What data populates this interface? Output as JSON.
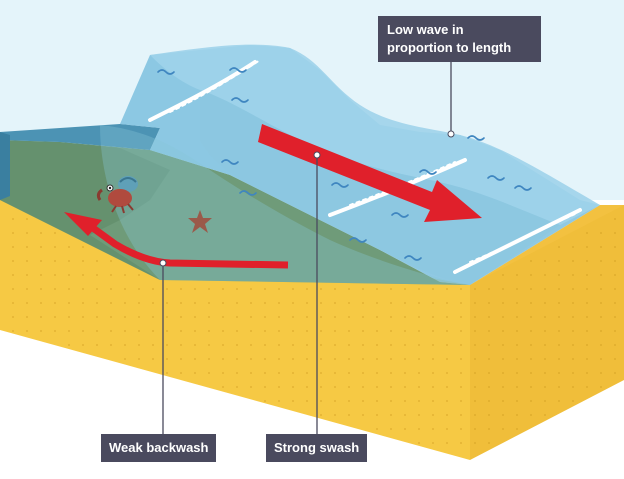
{
  "labels": {
    "low_wave": "Low wave in\nproportion to length",
    "weak_backwash": "Weak backwash",
    "strong_swash": "Strong swash"
  },
  "colors": {
    "sky": "#dff2f8",
    "sand": "#f6c944",
    "sand_side": "#e8b536",
    "sand_top": "#fbd55a",
    "water_light": "#7fc4e0",
    "water_mid": "#5aa8cc",
    "water_deep": "#3f86a8",
    "seabed_green": "#6e9a78",
    "arrow_red": "#e0202b",
    "label_bg": "#4a4a5e"
  },
  "icons": [
    "crab-icon",
    "starfish-icon",
    "foam-icon",
    "ripple-icon"
  ]
}
